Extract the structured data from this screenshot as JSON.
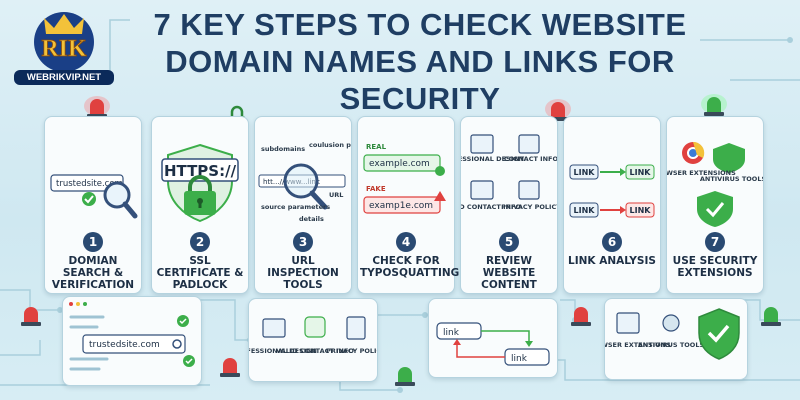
{
  "title_line1": "7 KEY STEPS TO CHECK WEBSITE",
  "title_line2": "DOMAIN NAMES AND LINKS FOR SECURITY",
  "logo": {
    "text": "WEBRIKVIP.NET",
    "mark": "RIK"
  },
  "steps": [
    {
      "number": "1",
      "caption": "DOMIAN SEARCH & VERIFICATION",
      "search_text": "trustedsite.com"
    },
    {
      "number": "2",
      "caption": "SSL CERTIFICATE & PADLOCK",
      "https_text": "HTTPS://"
    },
    {
      "number": "3",
      "caption": "URL INSPECTION TOOLS",
      "url_text": "htt...//www...link",
      "labels": [
        "subdomains",
        "coulusion parameters",
        "URL",
        "source parameters",
        "details"
      ]
    },
    {
      "number": "4",
      "caption": "CHECK FOR TYPOSQUATTING",
      "real_label": "REAL",
      "real_url": "example.com",
      "fake_label": "FAKE",
      "fake_url": "examp1e.com"
    },
    {
      "number": "5",
      "caption": "REVIEW WEBSITE CONTENT",
      "items": [
        "PROFESSIONAL DESIGN",
        "CONTACT INFO",
        "VALID CONTACT INFO",
        "PRIVACY POLICY"
      ]
    },
    {
      "number": "6",
      "caption": "LINK ANALYSIS",
      "link_label": "LINK"
    },
    {
      "number": "7",
      "caption": "USE SECURITY EXTENSIONS",
      "items": [
        "BROWSER EXTENSIONS",
        "ANTIVIRUS TOOLS"
      ]
    }
  ],
  "bottom": {
    "search_text": "trustedsite.com",
    "content_items": [
      "PROFESSIONAL DESIGN",
      "VALID CONTACT INFO",
      "PRIVACY POLICY"
    ],
    "link_label": "link",
    "ext_items": [
      "BROWSER EXTENSIONS",
      "ANTIVIRUS TOOLS"
    ]
  },
  "colors": {
    "navy": "#1f3e63",
    "green": "#3cae4a",
    "red": "#e0413f",
    "card_border": "#b5d3df"
  }
}
